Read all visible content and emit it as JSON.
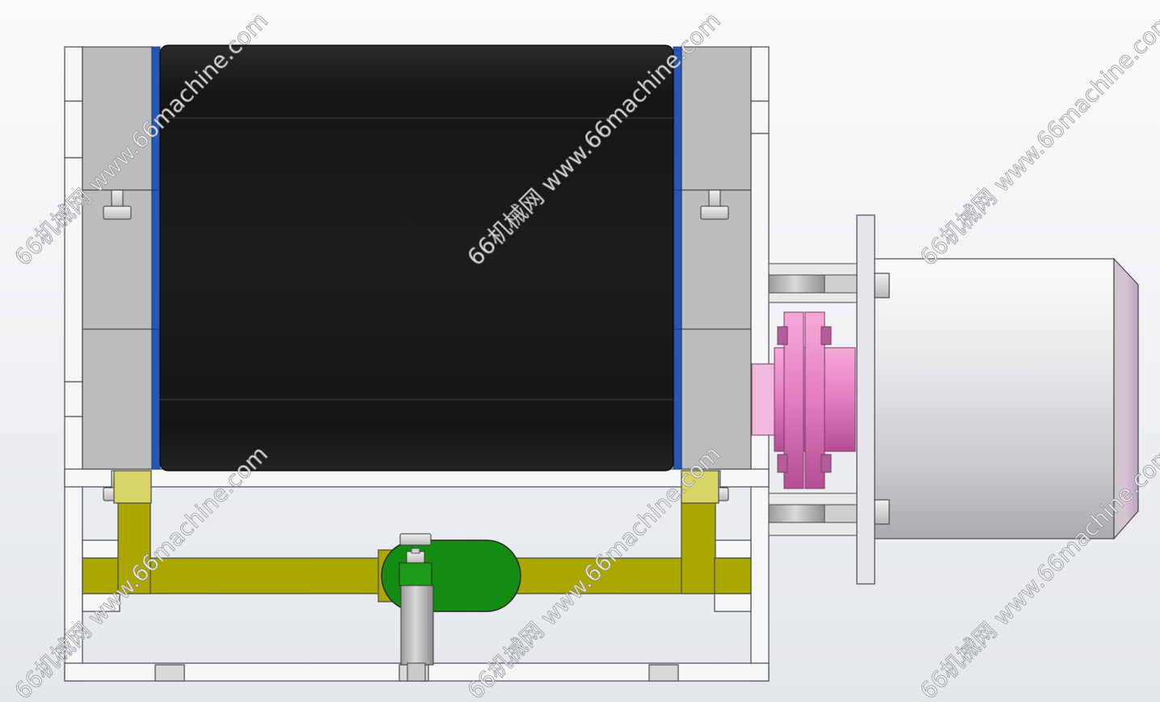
{
  "watermark": {
    "text": "66机械网 www.66machine.com"
  },
  "colors": {
    "background": "#f1f2f5",
    "frame": "#f4f5f6",
    "roller": "#1a1a1a",
    "bearing_block": "#bdbdbd",
    "blue_shim": "#2255aa",
    "yellow_linkage": "#aba600",
    "green_cam": "#138a12",
    "coupling": "#e070b8",
    "motor": "#d6d8dc",
    "outline": "#3a3a3a"
  },
  "parts": [
    "frame",
    "roller",
    "bearing-block",
    "hex-bolt",
    "yellow-linkage",
    "green-cam",
    "adjust-rod",
    "pink-coupling",
    "motor-flange",
    "motor-body"
  ]
}
